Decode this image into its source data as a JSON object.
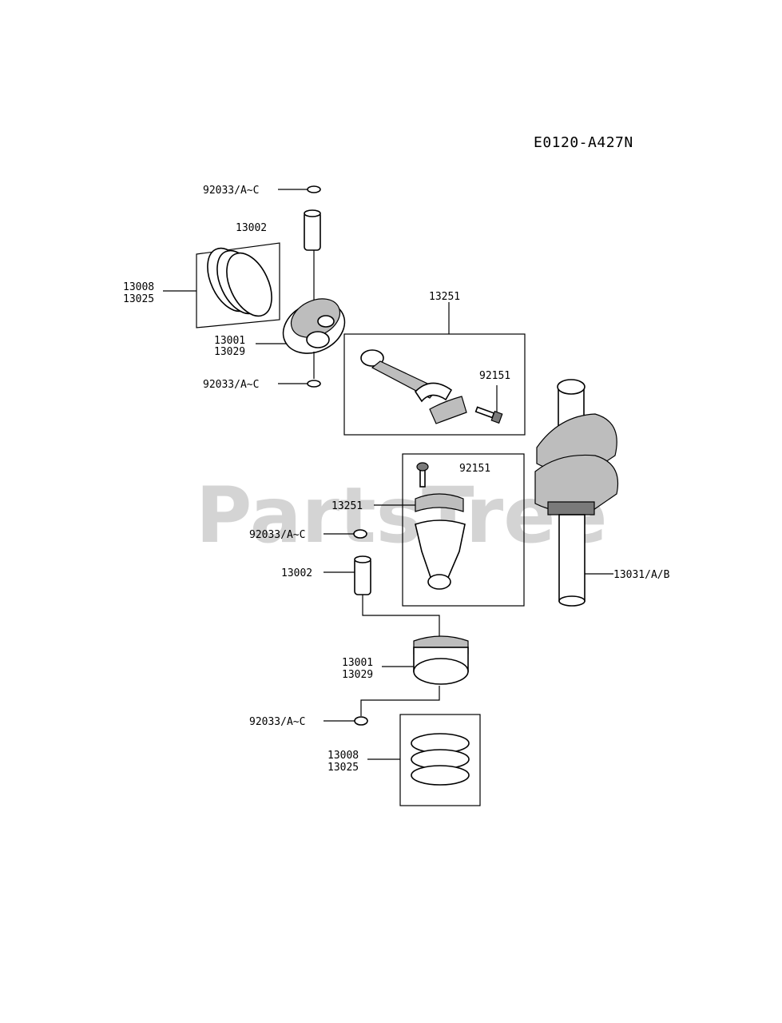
{
  "diagram": {
    "code": "E0120-A427N",
    "watermark": "PartsTree",
    "labels": {
      "snap_ring_top_1": "92033/A~C",
      "pin_top": "13002",
      "ring_set_top_a": "13008",
      "ring_set_top_b": "13025",
      "piston_top_a": "13001",
      "piston_top_b": "13029",
      "snap_ring_top_2": "92033/A~C",
      "conrod_top": "13251",
      "bolt_top": "92151",
      "bolt_bottom": "92151",
      "conrod_bottom": "13251",
      "snap_ring_bottom_1": "92033/A~C",
      "pin_bottom": "13002",
      "crankshaft": "13031/A/B",
      "piston_bottom_a": "13001",
      "piston_bottom_b": "13029",
      "snap_ring_bottom_2": "92033/A~C",
      "ring_set_bottom_a": "13008",
      "ring_set_bottom_b": "13025"
    }
  }
}
